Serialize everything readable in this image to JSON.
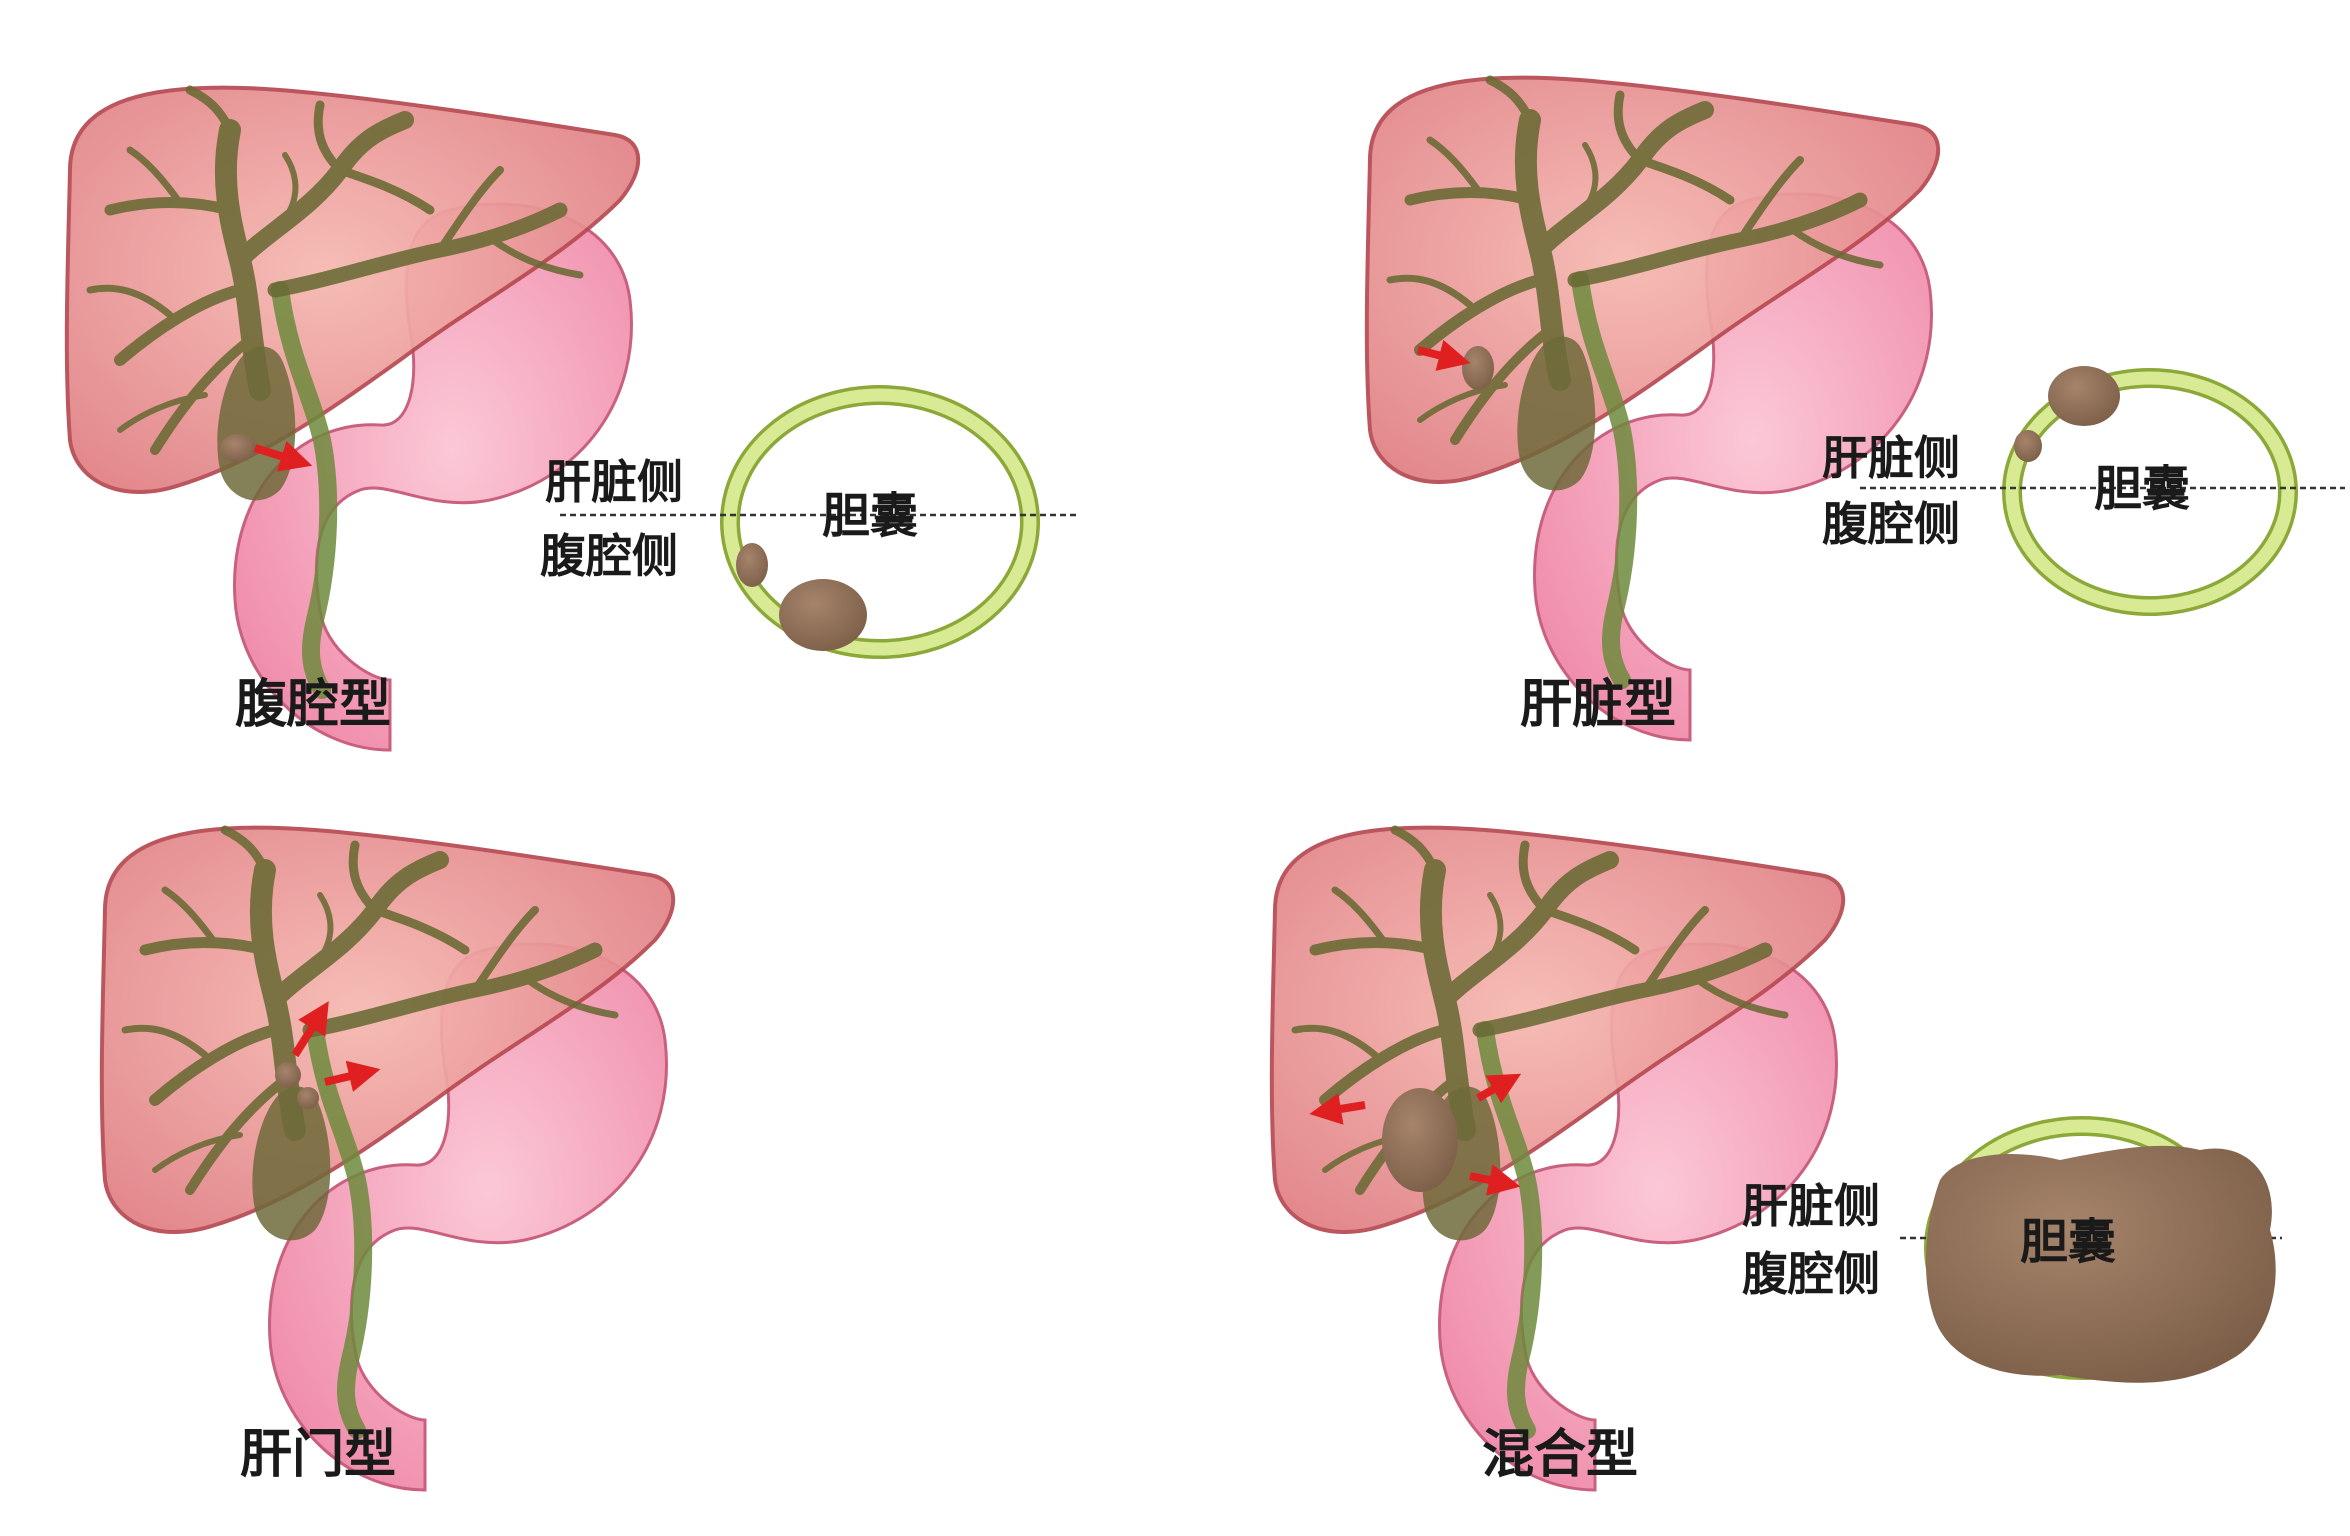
{
  "panels": [
    {
      "caption": "腹腔型",
      "liver_side": "肝脏侧",
      "abdominal_side": "腹腔侧",
      "gallbladder": "胆囊"
    },
    {
      "caption": "肝脏型",
      "liver_side": "肝脏侧",
      "abdominal_side": "腹腔侧",
      "gallbladder": "胆囊"
    },
    {
      "caption": "肝门型"
    },
    {
      "caption": "混合型",
      "liver_side": "肝脏侧",
      "abdominal_side": "腹腔侧",
      "gallbladder": "胆囊"
    }
  ],
  "colors": {
    "liver": "#e88a8a",
    "liver_edge": "#b84a52",
    "stomach": "#f59ab4",
    "stomach_edge": "#c8607e",
    "bile_duct": "#6a6a34",
    "gallbladder_wall": "#b8d45a",
    "stone": "#8a6a52",
    "arrow": "#e02020"
  }
}
